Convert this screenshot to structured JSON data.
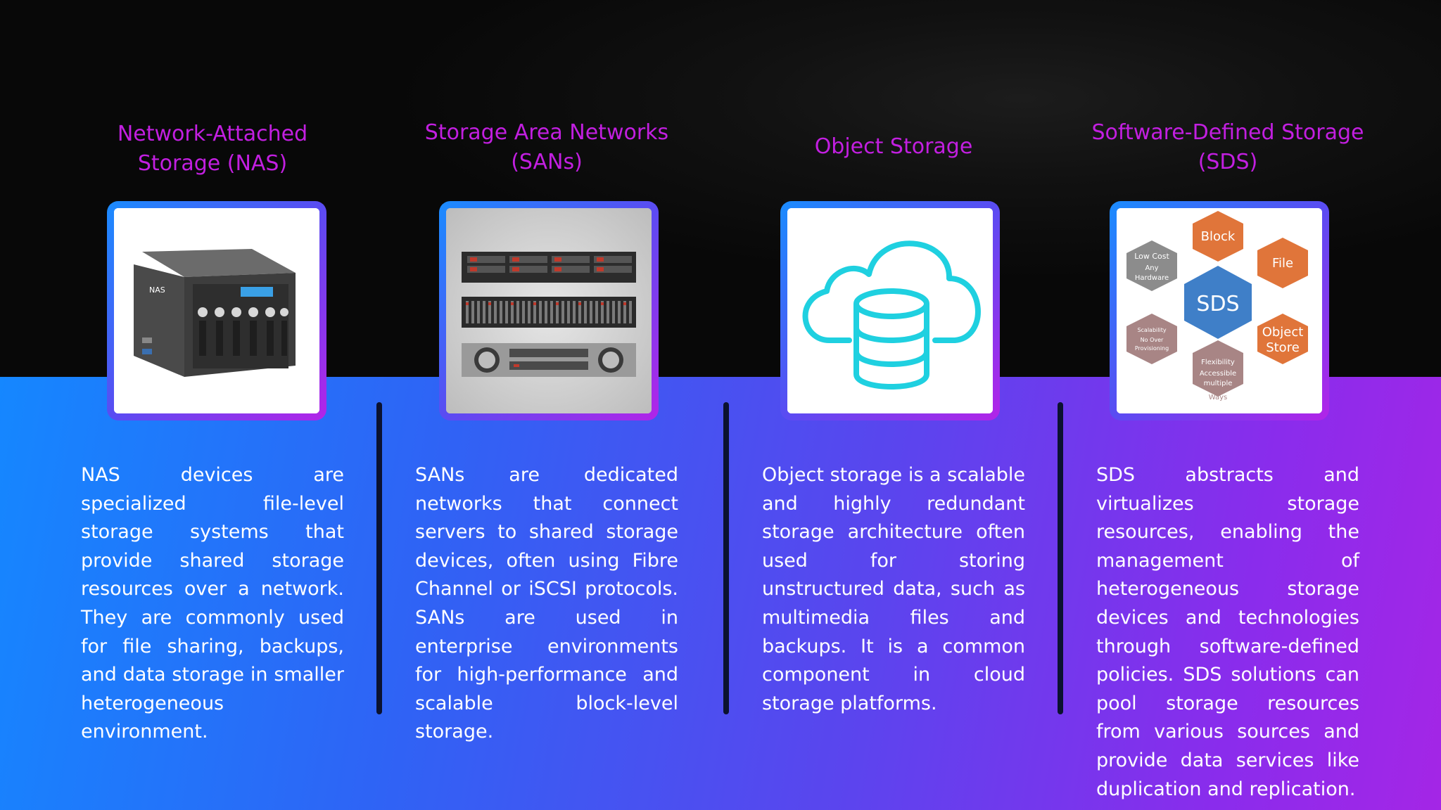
{
  "slide": {
    "columns": [
      {
        "title": "Network-Attached Storage (NAS)",
        "image_icon": "nas-device-icon",
        "description": "NAS devices are specialized file-level storage systems that provide shared storage resources over a network. They are commonly used for file sharing, backups, and data storage in smaller heterogeneous environment.",
        "device_label": "NAS"
      },
      {
        "title": "Storage Area Networks (SANs)",
        "image_icon": "san-rack-icon",
        "description": "SANs are dedicated networks that connect servers to shared storage devices, often using Fibre Channel or iSCSI protocols. SANs are used in enterprise environments for high-performance and scalable block-level storage."
      },
      {
        "title": "Object Storage",
        "image_icon": "cloud-database-icon",
        "description": "Object storage is a scalable and highly redundant storage architecture often used for storing unstructured data, such as multimedia files and backups. It is a common component in cloud storage platforms."
      },
      {
        "title": "Software-Defined Storage (SDS)",
        "image_icon": "sds-hexagon-diagram-icon",
        "description": "SDS abstracts and virtualizes storage resources, enabling the management of heterogeneous storage devices and technologies through software-defined policies. SDS solutions can pool storage resources from various sources and provide data services like duplication and replication.",
        "diagram": {
          "center": "SDS",
          "block": "Block",
          "file": "File",
          "object_line1": "Object",
          "object_line2": "Store",
          "lowcost_line1": "Low Cost",
          "lowcost_line2": "Any",
          "lowcost_line3": "Hardware",
          "scal_line1": "Scalability",
          "scal_line2": "No Over",
          "scal_line3": "Provisioning",
          "flex_line1": "Flexibility",
          "flex_line2": "Accessible",
          "flex_line3": "multiple",
          "flex_line4": "Ways"
        }
      }
    ],
    "colors": {
      "title": "#c21fe0",
      "gradient_start": "#1587ff",
      "gradient_end": "#a426e6"
    }
  }
}
